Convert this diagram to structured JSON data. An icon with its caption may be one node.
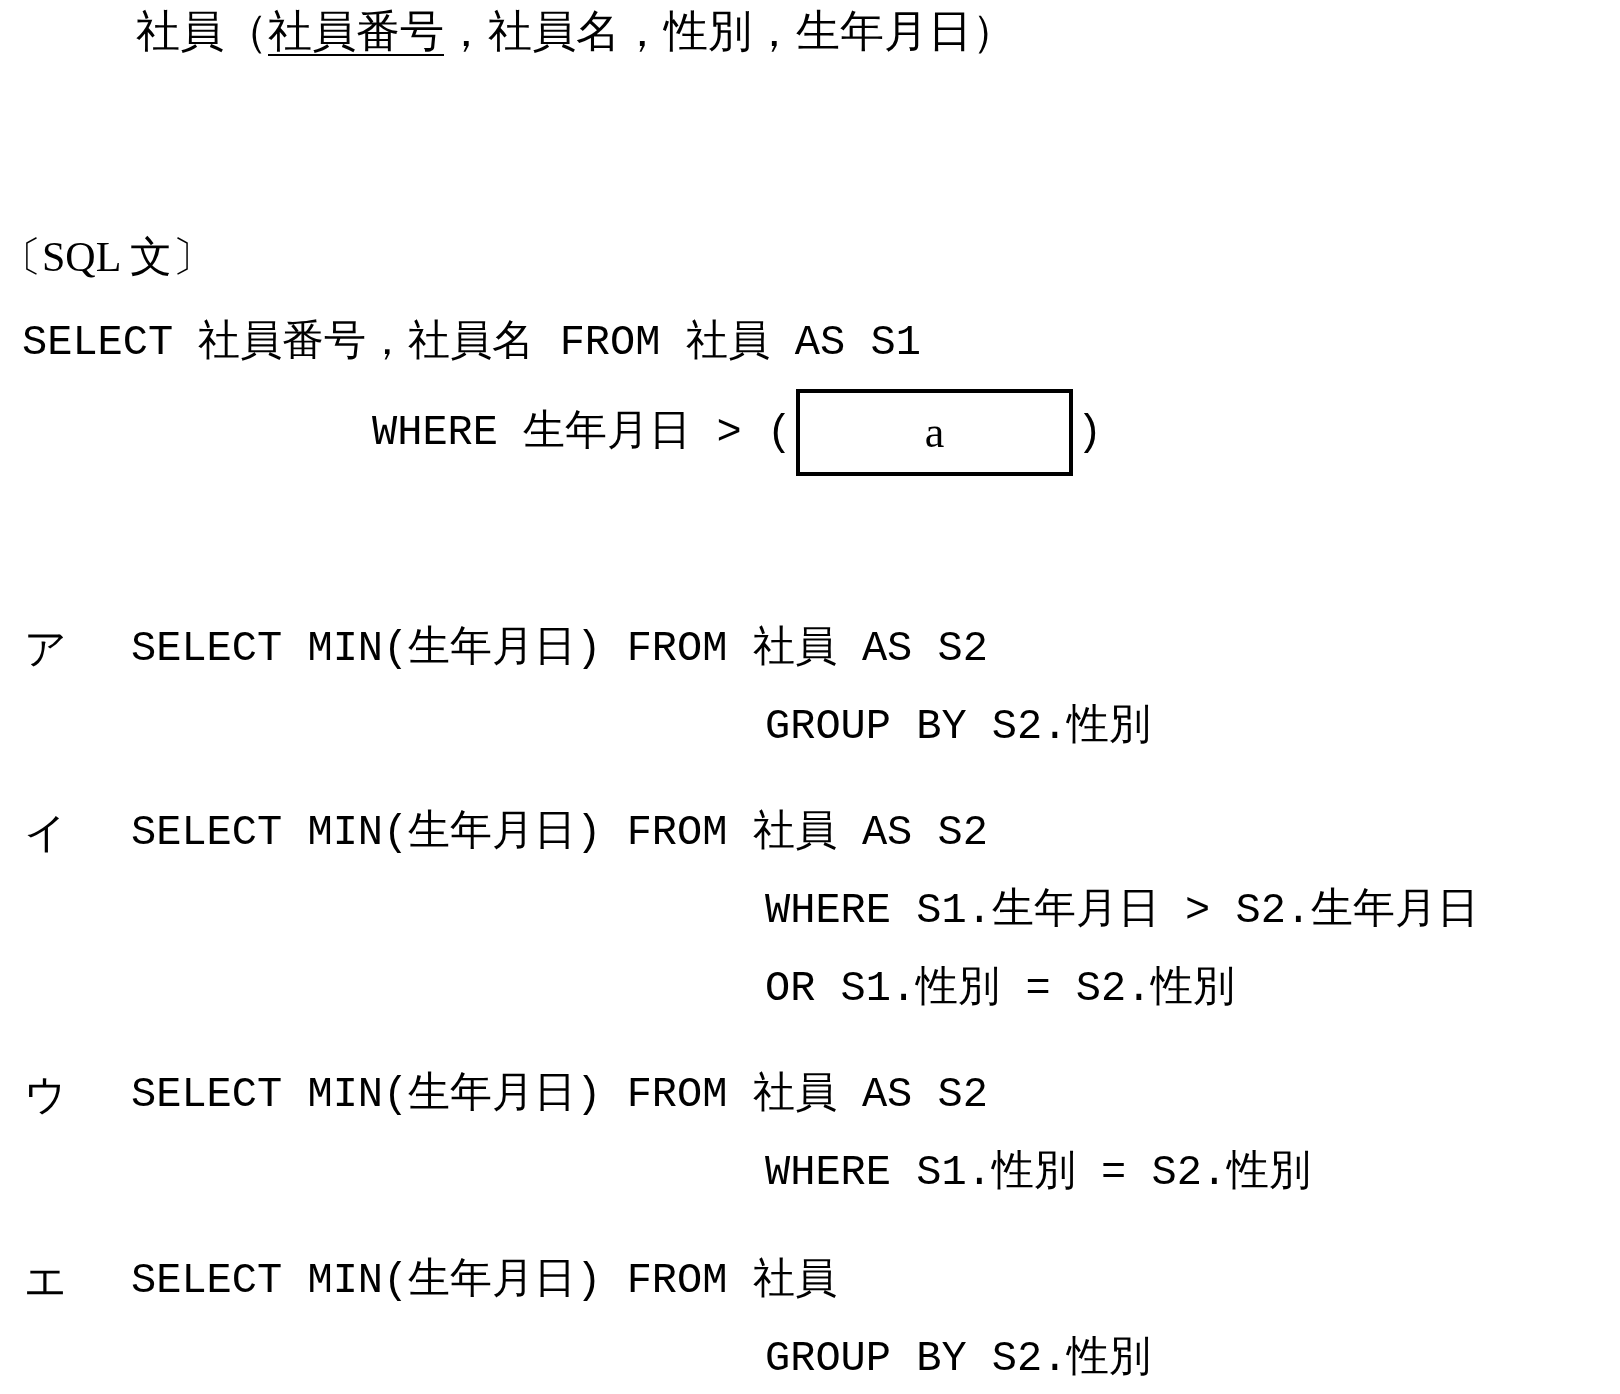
{
  "diagram": {
    "nodes": [
      {
        "text": [
          "a"
        ]
      }
    ],
    "edges": [],
    "labels": [
      "社員（",
      "社員番号",
      "，社員名，性別，生年月日）",
      "〔SQL 文〕",
      "SELECT 社員番号，社員名 FROM 社員 AS S1",
      "WHERE 生年月日 > (",
      ")",
      "ア",
      "SELECT MIN(生年月日) FROM 社員 AS S2",
      "GROUP BY S2.性別",
      "イ",
      "SELECT MIN(生年月日) FROM 社員 AS S2",
      "WHERE S1.生年月日 > S2.生年月日",
      "OR S1.性別 = S2.性別",
      "ウ",
      "SELECT MIN(生年月日) FROM 社員 AS S2",
      "WHERE S1.性別 = S2.性別",
      "エ",
      "SELECT MIN(生年月日) FROM 社員",
      "GROUP BY S2.性別"
    ]
  }
}
